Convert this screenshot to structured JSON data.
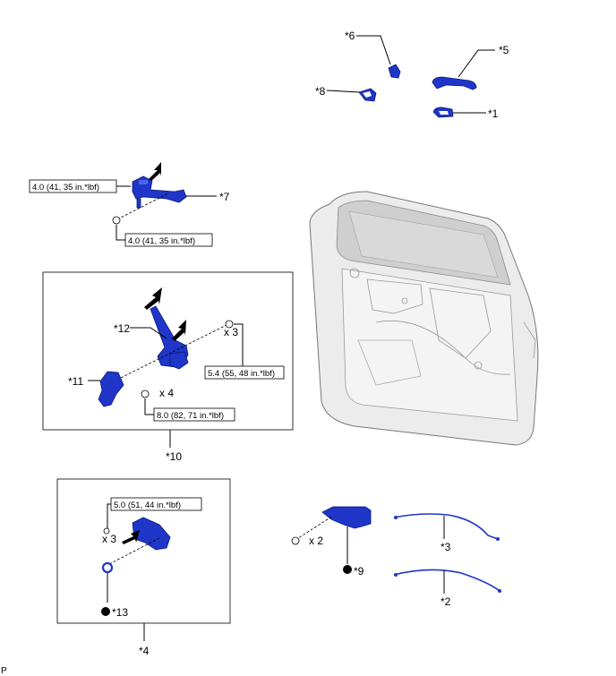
{
  "parts": {
    "p1": "*1",
    "p2": "*2",
    "p3": "*3",
    "p4": "*4",
    "p5": "*5",
    "p6": "*6",
    "p7": "*7",
    "p8": "*8",
    "p9": "*9",
    "p10": "*10",
    "p11": "*11",
    "p12": "*12",
    "p13": "*13"
  },
  "torque": {
    "t7a": "4.0 (41, 35 in.*lbf)",
    "t7b": "4.0 (41, 35 in.*lbf)",
    "t12": "5.4 (55, 48 in.*lbf)",
    "t11": "8.0 (82, 71 in.*lbf)",
    "t4": "5.0 (51, 44 in.*lbf)"
  },
  "quantities": {
    "q12": "x 3",
    "q11": "x 4",
    "q4": "x 3",
    "q9": "x 2"
  },
  "corner_code": "P",
  "colors": {
    "part": "#1f36c8",
    "door": "#e8e8e8"
  }
}
